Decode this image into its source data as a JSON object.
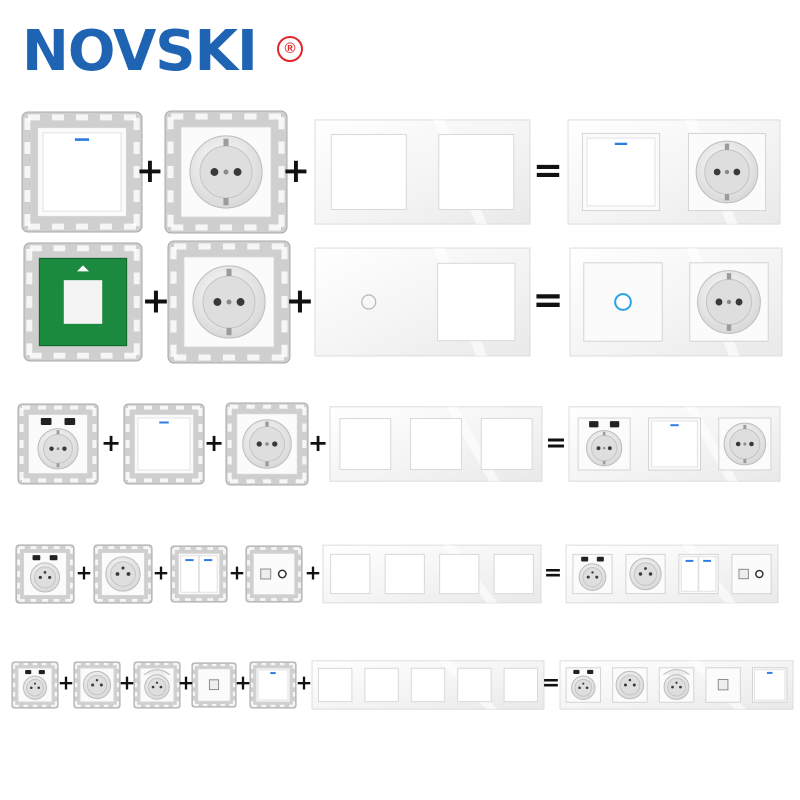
{
  "brand": {
    "name": "NOVSKI",
    "registered_mark": "®",
    "name_color": "#1f63b3",
    "mark_color": "#e2262c"
  },
  "operators": {
    "plus": "+",
    "equals": "="
  },
  "rows": [
    {
      "modules": [
        "switch-one-gang",
        "schuko-socket"
      ],
      "frame": {
        "gangs": 2,
        "openings": [
          "square",
          "square"
        ]
      },
      "result": [
        "switch-one-gang",
        "schuko-socket"
      ]
    },
    {
      "modules": [
        "touch-switch-module-green-pcb",
        "schuko-socket"
      ],
      "frame": {
        "gangs": 2,
        "openings": [
          "touch-ring",
          "square"
        ]
      },
      "result": [
        "touch-switch-blue-ring",
        "schuko-socket"
      ]
    },
    {
      "modules": [
        "schuko-socket-dual-usb",
        "switch-one-gang",
        "schuko-socket"
      ],
      "frame": {
        "gangs": 3,
        "openings": [
          "square",
          "square",
          "square"
        ]
      },
      "result": [
        "schuko-socket-dual-usb",
        "switch-one-gang",
        "schuko-socket"
      ]
    },
    {
      "modules": [
        "french-socket-dual-usb",
        "french-socket",
        "switch-two-gang",
        "data-tv-socket"
      ],
      "frame": {
        "gangs": 4,
        "openings": [
          "square",
          "square",
          "square",
          "square"
        ]
      },
      "result": [
        "french-socket-dual-usb",
        "french-socket",
        "switch-two-gang",
        "data-tv-socket"
      ]
    },
    {
      "modules": [
        "french-socket-dual-usb",
        "french-socket",
        "french-socket-hinged-cover",
        "data-socket",
        "switch-one-gang"
      ],
      "frame": {
        "gangs": 5,
        "openings": [
          "square",
          "square",
          "square",
          "square",
          "square"
        ]
      },
      "result": [
        "french-socket-dual-usb",
        "french-socket",
        "french-socket-hinged-cover",
        "data-socket",
        "switch-one-gang"
      ]
    }
  ]
}
